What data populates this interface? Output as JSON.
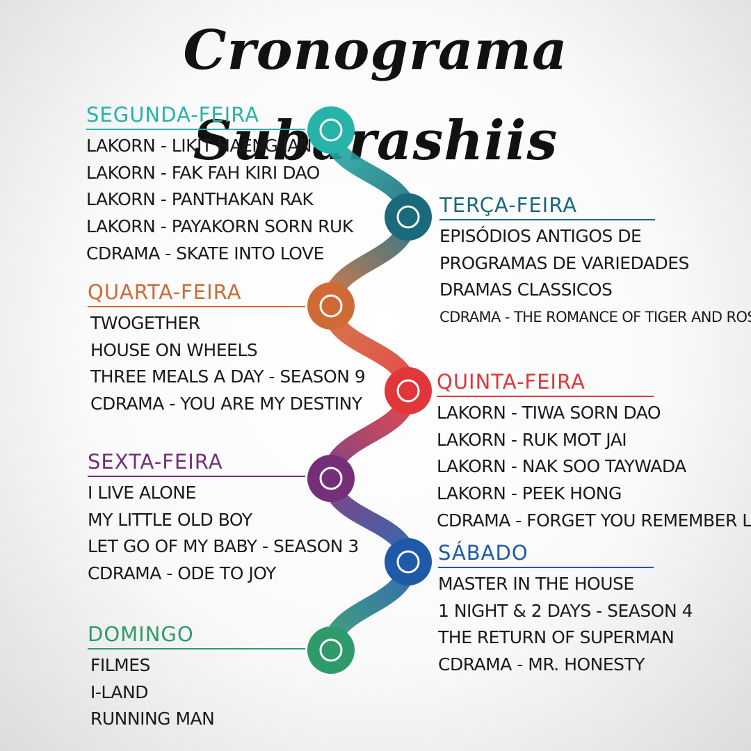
{
  "title": "Cronograma Subarashiis",
  "colors": {
    "segunda": "#27b3a8",
    "terca": "#1b6a7c",
    "quarta": "#cf6a36",
    "quinta": "#e2373a",
    "sexta": "#742f78",
    "sabado": "#1e5aa8",
    "domingo": "#2f9a6c"
  },
  "days": {
    "segunda": {
      "name": "SEGUNDA-FEIRA",
      "items": [
        "LAKORN - LIKIT HAENG JAN",
        "LAKORN - FAK FAH KIRI DAO",
        "LAKORN - PANTHAKAN RAK",
        "LAKORN - PAYAKORN SORN RUK",
        "CDRAMA - SKATE INTO LOVE"
      ]
    },
    "terca": {
      "name": "TERÇA-FEIRA",
      "items": [
        "EPISÓDIOS ANTIGOS DE",
        "PROGRAMAS DE VARIEDADES",
        "DRAMAS CLASSICOS",
        "CDRAMA - THE ROMANCE OF TIGER AND ROSE"
      ]
    },
    "quarta": {
      "name": "QUARTA-FEIRA",
      "items": [
        "TWOGETHER",
        "HOUSE ON WHEELS",
        "THREE MEALS A DAY -  SEASON 9",
        "CDRAMA - YOU ARE MY DESTINY"
      ]
    },
    "quinta": {
      "name": "QUINTA-FEIRA",
      "items": [
        "LAKORN - TIWA SORN DAO",
        "LAKORN - RUK MOT JAI",
        "LAKORN - NAK  SOO TAYWADA",
        "LAKORN - PEEK HONG",
        "CDRAMA -  FORGET YOU REMEMBER LOVE"
      ]
    },
    "sexta": {
      "name": "SEXTA-FEIRA",
      "items": [
        "I LIVE ALONE",
        "MY LITTLE OLD BOY",
        "LET GO OF MY BABY -  SEASON 3",
        "CDRAMA - ODE TO JOY"
      ]
    },
    "sabado": {
      "name": "SÁBADO",
      "items": [
        "MASTER IN THE HOUSE",
        "1 NIGHT & 2 DAYS -  SEASON 4",
        "THE RETURN OF SUPERMAN",
        "CDRAMA - MR. HONESTY"
      ]
    },
    "domingo": {
      "name": "DOMINGO",
      "items": [
        "FILMES",
        "I-LAND",
        "RUNNING MAN"
      ]
    }
  }
}
